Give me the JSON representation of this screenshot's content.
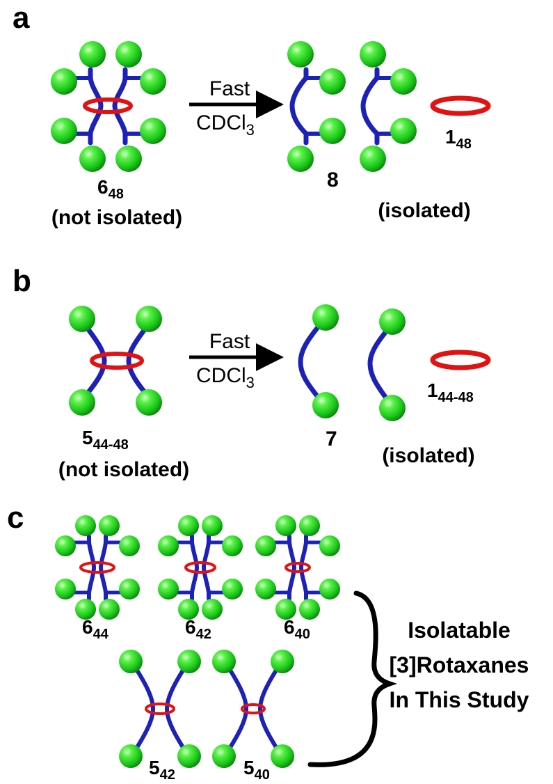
{
  "panels": [
    {
      "letter": "a",
      "left": {
        "label": "6",
        "sub": "48",
        "note": "(not isolated)"
      },
      "arrow": {
        "top": "Fast",
        "bottom_main": "CDCl",
        "bottom_sub": "3"
      },
      "product_threads": {
        "label": "8"
      },
      "product_ring": {
        "label": "1",
        "sub": "48"
      },
      "product_note": "(isolated)"
    },
    {
      "letter": "b",
      "left": {
        "label": "5",
        "sub": "44-48",
        "note": "(not isolated)"
      },
      "arrow": {
        "top": "Fast",
        "bottom_main": "CDCl",
        "bottom_sub": "3"
      },
      "product_threads": {
        "label": "7"
      },
      "product_ring": {
        "label": "1",
        "sub": "44-48"
      },
      "product_note": "(isolated)"
    },
    {
      "letter": "c",
      "structures": [
        {
          "label": "6",
          "sub": "44"
        },
        {
          "label": "6",
          "sub": "42"
        },
        {
          "label": "6",
          "sub": "40"
        },
        {
          "label": "5",
          "sub": "42"
        },
        {
          "label": "5",
          "sub": "40"
        }
      ],
      "caption": [
        "Isolatable",
        "[3]Rotaxanes",
        "In This Study"
      ]
    }
  ],
  "colors": {
    "thread": "#1c22b8",
    "stopper": "#22d622",
    "ring": "#e01212"
  }
}
